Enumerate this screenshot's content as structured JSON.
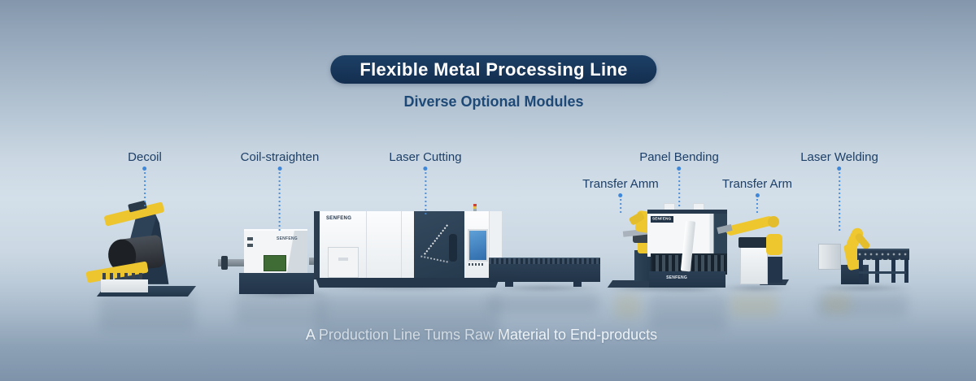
{
  "header": {
    "title": "Flexible Metal Processing Line",
    "subtitle": "Diverse Optional Modules"
  },
  "modules": [
    {
      "id": "decoil",
      "label": "Decoil"
    },
    {
      "id": "coil-straighten",
      "label": "Coil-straighten"
    },
    {
      "id": "laser-cutting",
      "label": "Laser Cutting"
    },
    {
      "id": "transfer-amm",
      "label": "Transfer Amm"
    },
    {
      "id": "panel-bending",
      "label": "Panel Bending"
    },
    {
      "id": "transfer-arm",
      "label": "Transfer Arm"
    },
    {
      "id": "laser-welding",
      "label": "Laser Welding"
    }
  ],
  "caption": "A Production Line Tums Raw Material to End-products",
  "brand": {
    "logo": "SENFENG"
  },
  "colors": {
    "banner_bg": "#16365c",
    "title_text": "#ffffff",
    "subtitle_text": "#1e4976",
    "label_text": "#1d3f68",
    "leader_dot": "#3f87d9",
    "machine_navy": "#2b3f54",
    "robot_yellow": "#eec72f",
    "screen_green": "#3f6c35",
    "screen_blue": "#3f7fc0",
    "caption_text": "#eef3f7"
  }
}
